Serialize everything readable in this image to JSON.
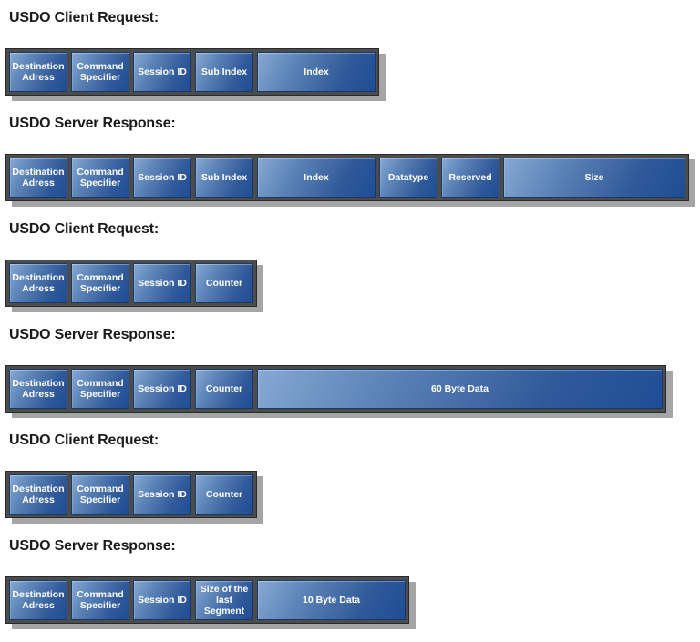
{
  "colors": {
    "background": "#ffffff",
    "heading_text": "#1b1b1b",
    "box_text": "#ffffff",
    "box_gradient_light": "#86a8d4",
    "box_gradient_dark": "#1f4d95",
    "box_border": "#1a3a66",
    "frame_fill": "#4b4c4e",
    "frame_outline": "#2a2a2a",
    "drop_shadow": "#a5a5a5"
  },
  "sections": [
    {
      "heading": "USDO Client Request:",
      "fields": [
        {
          "label": "Destination Adress"
        },
        {
          "label": "Command Specifier"
        },
        {
          "label": "Session ID"
        },
        {
          "label": "Sub Index"
        },
        {
          "label": "Index"
        }
      ]
    },
    {
      "heading": "USDO Server Response:",
      "fields": [
        {
          "label": "Destination Adress"
        },
        {
          "label": "Command Specifier"
        },
        {
          "label": "Session ID"
        },
        {
          "label": "Sub Index"
        },
        {
          "label": "Index"
        },
        {
          "label": "Datatype"
        },
        {
          "label": "Reserved"
        },
        {
          "label": "Size"
        }
      ]
    },
    {
      "heading": "USDO Client Request:",
      "fields": [
        {
          "label": "Destination Adress"
        },
        {
          "label": "Command Specifier"
        },
        {
          "label": "Session ID"
        },
        {
          "label": "Counter"
        }
      ]
    },
    {
      "heading": "USDO Server Response:",
      "fields": [
        {
          "label": "Destination Adress"
        },
        {
          "label": "Command Specifier"
        },
        {
          "label": "Session ID"
        },
        {
          "label": "Counter"
        },
        {
          "label": "60 Byte Data"
        }
      ]
    },
    {
      "heading": "USDO Client Request:",
      "fields": [
        {
          "label": "Destination Adress"
        },
        {
          "label": "Command Specifier"
        },
        {
          "label": "Session ID"
        },
        {
          "label": "Counter"
        }
      ]
    },
    {
      "heading": "USDO Server Response:",
      "fields": [
        {
          "label": "Destination Adress"
        },
        {
          "label": "Command Specifier"
        },
        {
          "label": "Session ID"
        },
        {
          "label": "Size of the last Segment"
        },
        {
          "label": "10 Byte Data"
        }
      ]
    }
  ]
}
